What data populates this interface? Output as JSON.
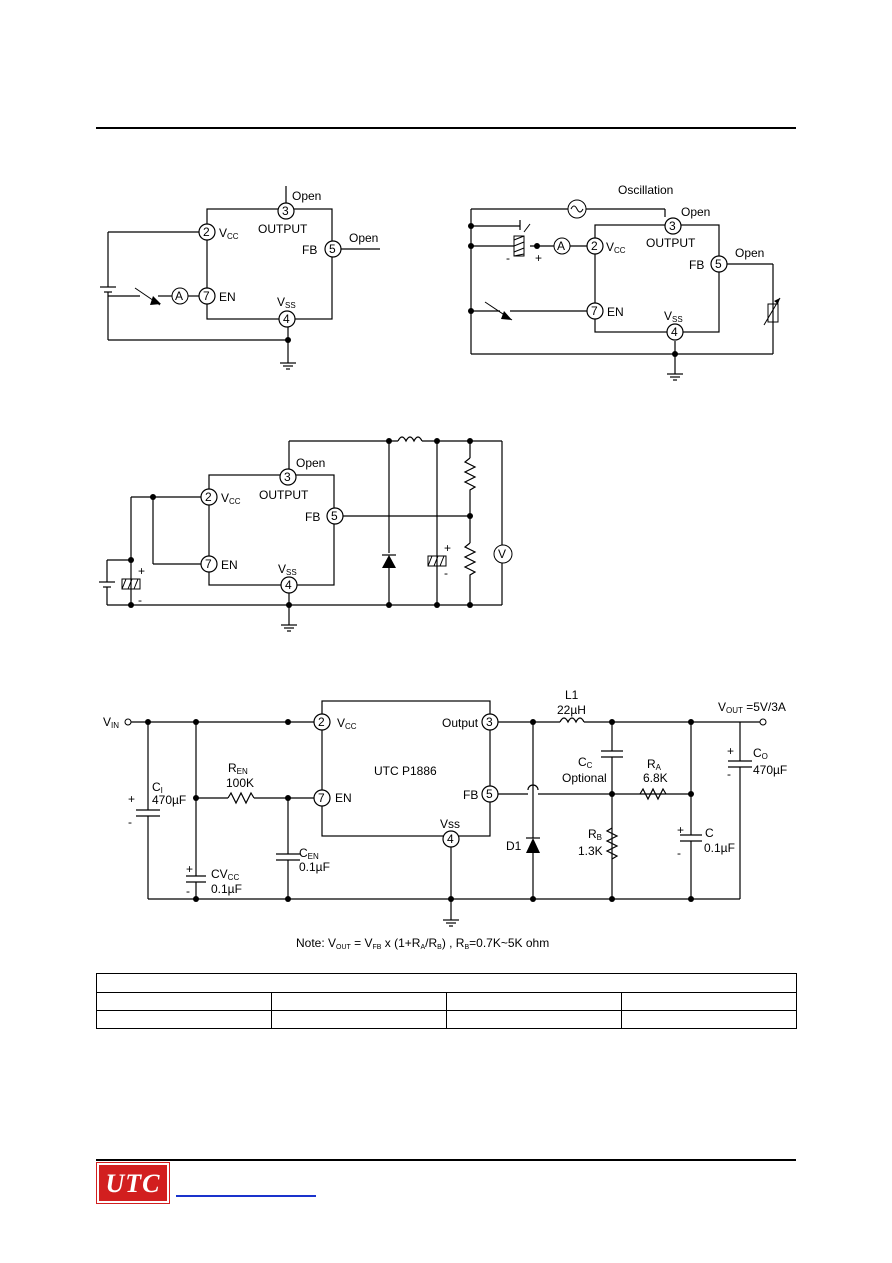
{
  "circuit1": {
    "open_top": "Open",
    "open_right": "Open",
    "output": "OUTPUT",
    "fb": "FB",
    "vcc_v": "V",
    "vcc_sub": "CC",
    "en": "EN",
    "vss_v": "V",
    "vss_sub": "SS",
    "pins": {
      "p3": "3",
      "p2": "2",
      "p5": "5",
      "p7": "7",
      "p4": "4"
    },
    "ammeter": "A"
  },
  "circuit2": {
    "oscillation": "Oscillation",
    "open_top": "Open",
    "open_right": "Open",
    "output": "OUTPUT",
    "fb": "FB",
    "vcc_v": "V",
    "vcc_sub": "CC",
    "en": "EN",
    "vss_v": "V",
    "vss_sub": "SS",
    "pins": {
      "p3": "3",
      "p2": "2",
      "p5": "5",
      "p7": "7",
      "p4": "4"
    },
    "ammeter": "A",
    "minus": "-",
    "plus": "+"
  },
  "circuit3": {
    "open": "Open",
    "output": "OUTPUT",
    "fb": "FB",
    "vcc_v": "V",
    "vcc_sub": "CC",
    "en": "EN",
    "vss_v": "V",
    "vss_sub": "SS",
    "pins": {
      "p3": "3",
      "p2": "2",
      "p5": "5",
      "p7": "7",
      "p4": "4"
    },
    "voltmeter": "V",
    "plus1": "+",
    "minus1": "-",
    "plus2": "+",
    "minus2": "-"
  },
  "circuit4": {
    "vin_v": "V",
    "vin_sub": "IN",
    "chip": "UTC P1886",
    "vcc_v": "V",
    "vcc_sub": "CC",
    "output": "Output",
    "fb": "FB",
    "en": "EN",
    "vss": "Vss",
    "pins": {
      "p2": "2",
      "p3": "3",
      "p5": "5",
      "p7": "7",
      "p4": "4"
    },
    "l1": "L1",
    "l1_value": "22µH",
    "vout_v": "V",
    "vout_sub": "OUT",
    "vout_value": " =5V/3A",
    "ci_c": "C",
    "ci_sub": "I",
    "ci_value": "470µF",
    "ren_r": "R",
    "ren_sub": "EN",
    "ren_value": "100K",
    "cen_c": "C",
    "cen_sub": "EN",
    "cen_value": "0.1µF",
    "cvcc_c": "CV",
    "cvcc_sub": "CC",
    "cvcc_value": "0.1µF",
    "cc_c": "C",
    "cc_sub": "C",
    "cc_value": "Optional",
    "ra_r": "R",
    "ra_sub": "A",
    "ra_value": "6.8K",
    "rb_r": "R",
    "rb_sub": "B",
    "rb_value": "1.3K",
    "d1": "D1",
    "co_c": "C",
    "co_sub": "O",
    "co_value": "470µF",
    "c_c": "C",
    "c_value": "0.1µF",
    "plus": "+",
    "minus": "-"
  },
  "note": {
    "text": "Note: V",
    "vout_sub": "OUT",
    "mid": " = V",
    "fb_sub": "FB",
    "rest": " x (1+R",
    "ra_sub": "A",
    "slash": "/R",
    "rb_sub": "B",
    "tail": ") , R",
    "r_sub": "B",
    "end": "=0.7K~5K ohm"
  },
  "table": {
    "columns": 4,
    "rows": 2
  },
  "footer": {
    "logo_text": "UTC",
    "brand_color": "#d21f1f",
    "link_color": "#1a33cc"
  }
}
